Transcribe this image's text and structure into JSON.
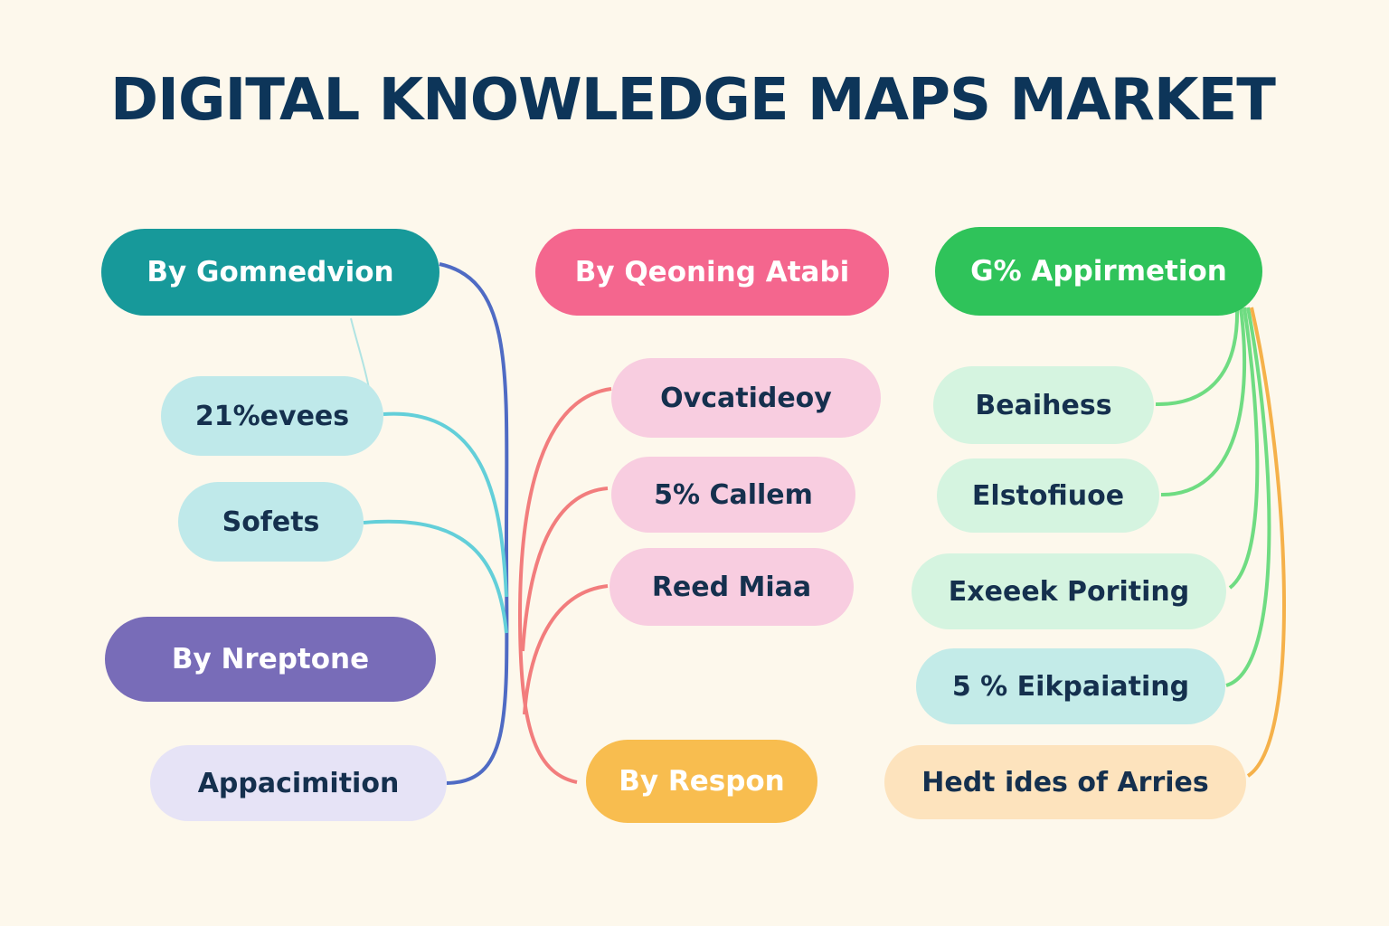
{
  "title": "DIGITAL KNOWLEDGE MAPS MARKET",
  "nodes": {
    "gomnedvion": {
      "label": "By Gomnedvion",
      "color": "#17999a"
    },
    "ees": {
      "label": "21%evees",
      "color": "#bfe9ea"
    },
    "sofets": {
      "label": "Sofets",
      "color": "#bfe9ea"
    },
    "neptone": {
      "label": "By Nreptone",
      "color": "#786cb8"
    },
    "appacimition": {
      "label": "Appacimition",
      "color": "#e6e3f6"
    },
    "qeoning": {
      "label": "By Qeoning Atabi",
      "color": "#f4668e"
    },
    "ovcatideoy": {
      "label": "Ovcatideoy",
      "color": "#f8cde0"
    },
    "callem": {
      "label": "5% Callem",
      "color": "#f8cde0"
    },
    "reed": {
      "label": "Reed Miaa",
      "color": "#f8cde0"
    },
    "respon": {
      "label": "By Respon",
      "color": "#f8bd4f"
    },
    "appirmetion": {
      "label": "G% Appirmetion",
      "color": "#2fc35a"
    },
    "beaihess": {
      "label": "Beaihess",
      "color": "#d5f4e0"
    },
    "elstofiuoe": {
      "label": "Elstofiuoe",
      "color": "#d5f4e0"
    },
    "exeeek": {
      "label": "Exeeek Poriting",
      "color": "#d5f4e0"
    },
    "eikpaiating": {
      "label": "5 % Eikpaiating",
      "color": "#c3ebe8"
    },
    "hedt": {
      "label": "Hedt ides of Arries",
      "color": "#fde3bd"
    }
  },
  "link_colors": {
    "blue": "#4f6bc4",
    "cyan": "#63cfd9",
    "red": "#f27d7d",
    "green": "#6fdc82",
    "orange": "#f5b14a"
  }
}
